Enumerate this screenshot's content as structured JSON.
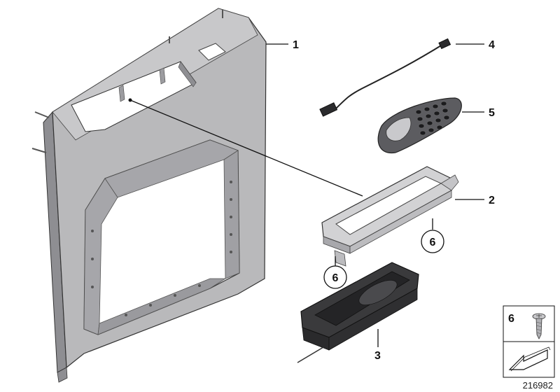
{
  "callouts": {
    "c1": "1",
    "c2": "2",
    "c3": "3",
    "c4": "4",
    "c5": "5",
    "c6a": "6",
    "c6b": "6"
  },
  "legend": {
    "item_number": "6"
  },
  "diagram_number": "216982",
  "colors": {
    "panel_fill": "#b9b9bb",
    "panel_shadow": "#8e8e92",
    "tray_fill": "#3a3a3c",
    "frame_fill": "#d2d2d4",
    "remote_fill": "#5c5c60",
    "line": "#111111"
  }
}
